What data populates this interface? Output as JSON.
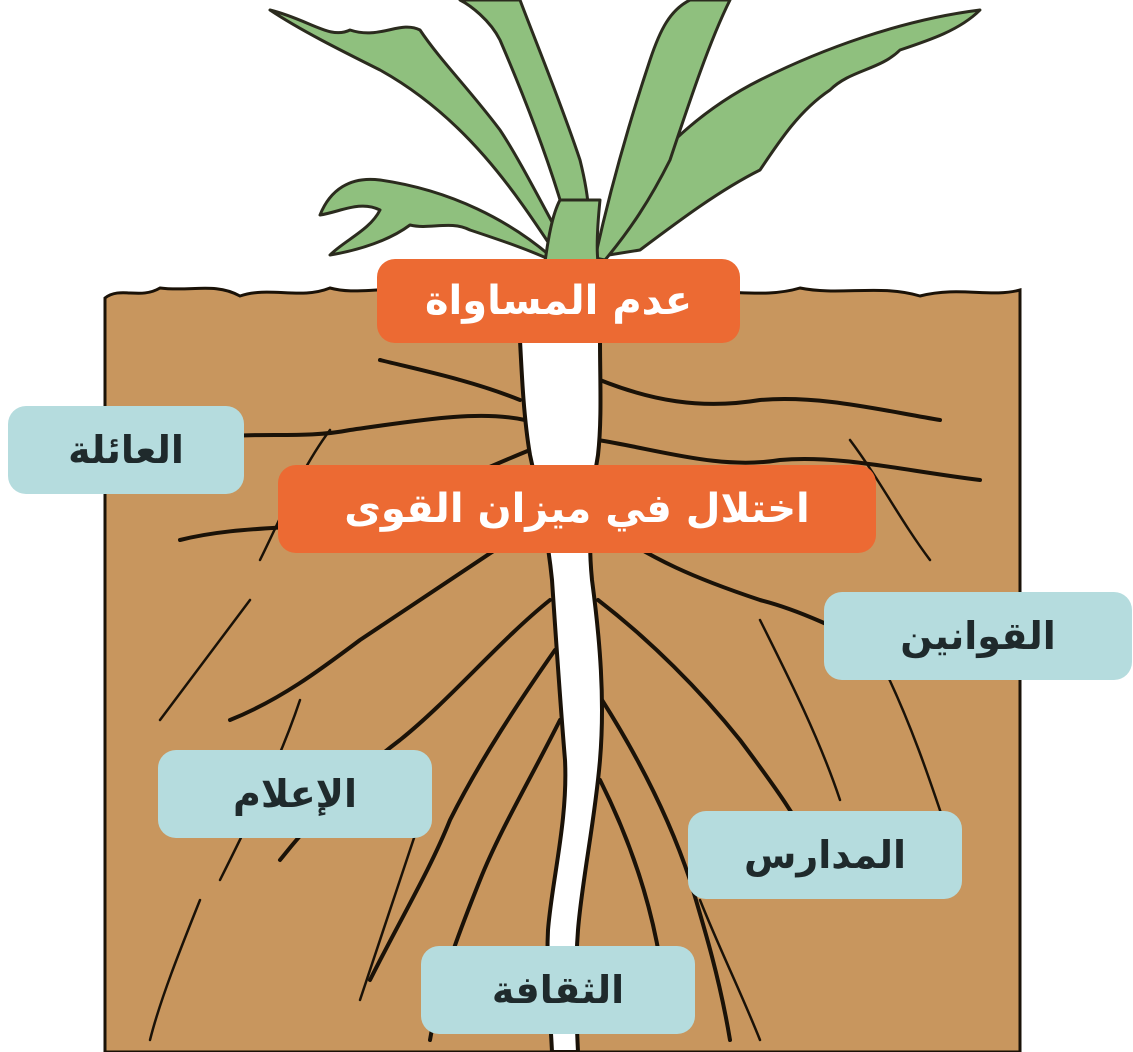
{
  "colors": {
    "soil": "#c8965e",
    "soil_dark": "#1a1208",
    "leaf": "#8fc07e",
    "leaf_outline": "#2b2b1e",
    "root_fill": "#ffffff",
    "root_label_bg": "#ec6a33",
    "factor_label_bg": "#b5dcde"
  },
  "core_labels": {
    "inequality": "عدم المساواة",
    "power_imbalance": "اختلال في ميزان القوى"
  },
  "factor_labels": {
    "family": "العائلة",
    "laws": "القوانين",
    "media": "الإعلام",
    "schools": "المدارس",
    "culture": "الثقافة"
  }
}
